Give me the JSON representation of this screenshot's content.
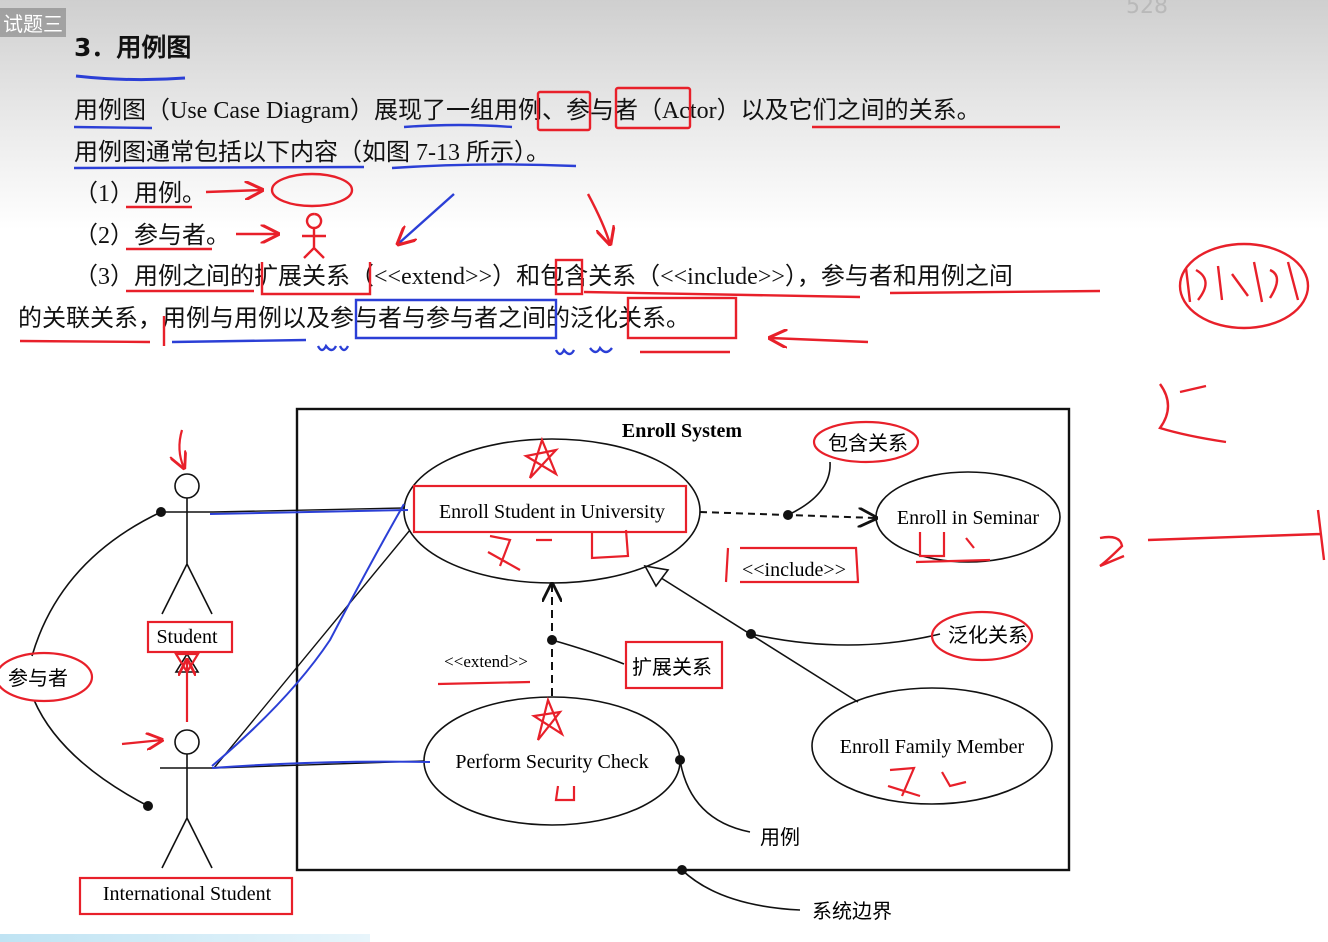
{
  "header": {
    "corner_tag": "试题三",
    "page_number": "528",
    "section_title": "3．用例图"
  },
  "paragraphs": {
    "line1": "用例图（Use Case Diagram）展现了一组用例、参与者（Actor）以及它们之间的关系。",
    "line2": "用例图通常包括以下内容（如图 7-13 所示）。",
    "item1": "（1）用例。",
    "item2": "（2）参与者。",
    "item3_a": "（3）用例之间的扩展关系（<<extend>>）和包含关系（<<include>>），参与者和用例之间",
    "item3_b": "的关联关系，用例与用例以及参与者与参与者之间的泛化关系。"
  },
  "diagram": {
    "system_name": "Enroll System",
    "actors": {
      "student": "Student",
      "international_student": "International Student"
    },
    "use_cases": {
      "enroll_university": "Enroll Student in University",
      "enroll_seminar": "Enroll in Seminar",
      "security_check": "Perform Security Check",
      "family_member": "Enroll Family Member"
    },
    "stereotypes": {
      "include": "<<include>>",
      "extend": "<<extend>>"
    },
    "callouts": {
      "include_relation": "包含关系",
      "generalization": "泛化关系",
      "extend_relation": "扩展关系",
      "actor": "参与者",
      "use_case": "用例",
      "system_boundary": "系统边界"
    }
  },
  "colors": {
    "annotation_red": "#e8202a",
    "annotation_blue": "#2b3fd6",
    "ink": "#111111"
  }
}
